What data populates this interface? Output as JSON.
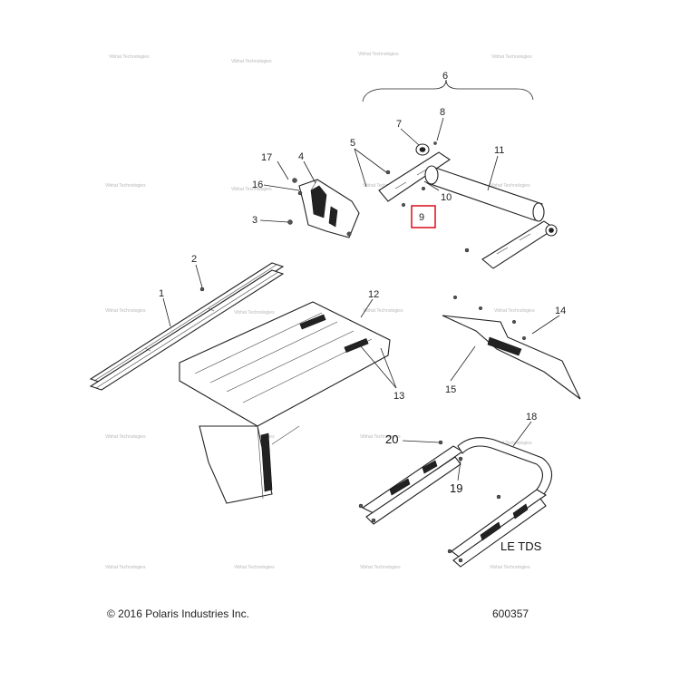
{
  "callouts": {
    "c1": "1",
    "c2": "2",
    "c3": "3",
    "c4": "4",
    "c5": "5",
    "c6": "6",
    "c7": "7",
    "c8": "8",
    "c9": "9",
    "c10": "10",
    "c11": "11",
    "c12": "12",
    "c13": "13",
    "c14": "14",
    "c15": "15",
    "c16": "16",
    "c17": "17",
    "c18": "18",
    "c19": "19",
    "c20": "20"
  },
  "highlighted_callout": "9",
  "highlight_color": "#e01b24",
  "variant_label": "LE TDS",
  "copyright": "© 2016 Polaris Industries Inc.",
  "diagram_number": "600357",
  "watermark": "Vibhat Technologies"
}
